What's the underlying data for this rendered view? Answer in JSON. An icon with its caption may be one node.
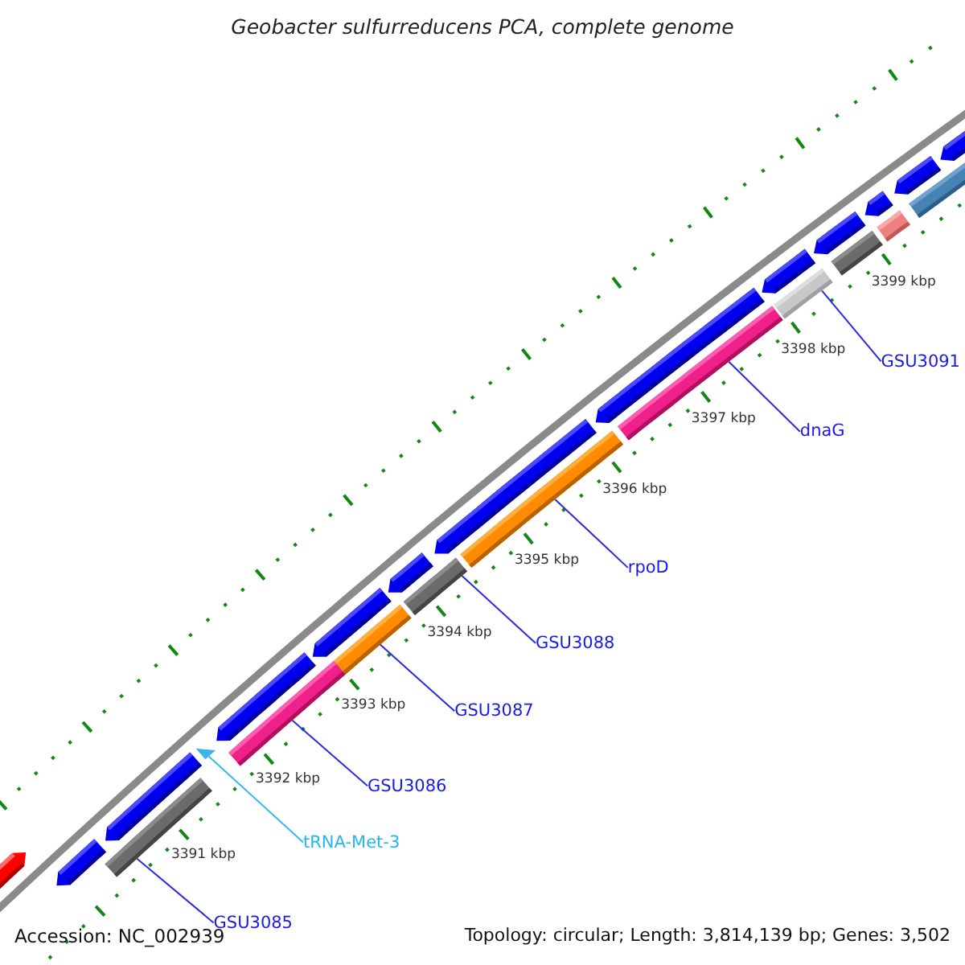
{
  "diagram": {
    "title": "Geobacter sulfurreducens PCA, complete genome",
    "nodes": [
      {
        "text": [],
        "shape": "bar"
      },
      {
        "text": [],
        "shape": "triangle"
      },
      {
        "text": [],
        "shape": "bar"
      },
      {
        "text": [],
        "shape": "bar"
      },
      {
        "text": [],
        "shape": "bar"
      },
      {
        "text": [],
        "shape": "bar"
      },
      {
        "text": [],
        "shape": "bar"
      },
      {
        "text": [],
        "shape": "bar"
      },
      {
        "text": [
          "GSU3085"
        ]
      },
      {
        "text": [
          "tRNA-Met-3"
        ]
      },
      {
        "text": [
          "GSU3086"
        ]
      },
      {
        "text": [
          "GSU3087"
        ]
      },
      {
        "text": [
          "GSU3088"
        ]
      },
      {
        "text": [
          "rpoD"
        ]
      },
      {
        "text": [
          "dnaG"
        ]
      },
      {
        "text": [
          "GSU3091"
        ]
      }
    ],
    "edges": [
      {
        "from": 8,
        "to": 0,
        "arrow": "none"
      },
      {
        "from": 9,
        "to": 1,
        "arrow": "none",
        "color": "#33bbee"
      },
      {
        "from": 10,
        "to": 2,
        "arrow": "none"
      },
      {
        "from": 11,
        "to": 3,
        "arrow": "none"
      },
      {
        "from": 12,
        "to": 4,
        "arrow": "none"
      },
      {
        "from": 13,
        "to": 5,
        "arrow": "none"
      },
      {
        "from": 14,
        "to": 6,
        "arrow": "none"
      },
      {
        "from": 15,
        "to": 7,
        "arrow": "none"
      }
    ],
    "labels": [
      "3391 kbp",
      "3392 kbp",
      "3393 kbp",
      "3394 kbp",
      "3395 kbp",
      "3396 kbp",
      "3397 kbp",
      "3398 kbp",
      "3399 kbp",
      "Accession: NC_002939",
      "Topology: circular; Length: 3,814,139 bp; Genes: 3,502"
    ]
  }
}
